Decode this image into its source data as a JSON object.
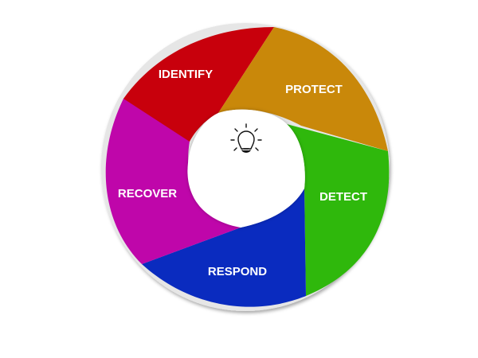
{
  "diagram": {
    "center_icon": "lightbulb-icon",
    "segments": [
      {
        "id": "identify",
        "label": "IDENTIFY",
        "color": "#c8000c"
      },
      {
        "id": "protect",
        "label": "PROTECT",
        "color": "#c9880a"
      },
      {
        "id": "detect",
        "label": "DETECT",
        "color": "#2fb80c"
      },
      {
        "id": "respond",
        "label": "RESPOND",
        "color": "#0a2bbf"
      },
      {
        "id": "recover",
        "label": "RECOVER",
        "color": "#bf06aa"
      }
    ]
  }
}
